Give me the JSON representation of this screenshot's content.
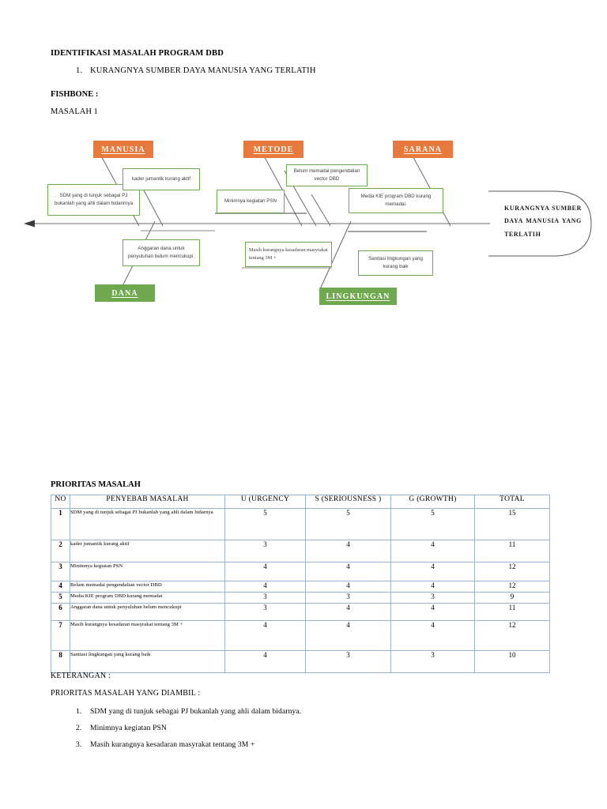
{
  "header": {
    "title": "IDENTIFIKASI MASALAH PROGRAM DBD",
    "item_number": "1.",
    "item_text": "KURANGNYA SUMBER DAYA MANUSIA YANG TERLATIH",
    "fishbone_label": "FISHBONE :",
    "problem_label": "MASALAH 1"
  },
  "fishbone": {
    "colors": {
      "orange": "#E8793C",
      "green": "#6FA84E",
      "box_border": "#6FA84E"
    },
    "categories": [
      {
        "label": "MANUSIA",
        "color": "orange"
      },
      {
        "label": "METODE",
        "color": "orange"
      },
      {
        "label": "SARANA",
        "color": "orange"
      },
      {
        "label": "DANA",
        "color": "green"
      },
      {
        "label": "LINGKUNGAN",
        "color": "green"
      }
    ],
    "causes": [
      {
        "text": "SDM yang di tunjuk sebagai PJ bukanlah yang ahli dalam bidanrnya"
      },
      {
        "text": "kader jumantik kurang aktif"
      },
      {
        "text": "Belum memadai pengendalian vector DBD"
      },
      {
        "text": "Minimnya kegiatan PSN"
      },
      {
        "text": "Media KIE program DBD  kurang memadai."
      },
      {
        "text": "Anggaran dana untuk penyuluhan belum mencukupi."
      },
      {
        "text": "Masih kurangnya kesadaran masyrakat tentang 3M +"
      },
      {
        "text": "Sanitasi lingkungan yang kurang baik"
      }
    ],
    "effect": {
      "line1a": "KURANGNYA",
      "line1b": "SUMBER",
      "line2a": "DAYA",
      "line2b": "MANUSIA",
      "line2c": "YANG",
      "line3": "TERLATIH"
    }
  },
  "table": {
    "title": "PRIORITAS MASALAH",
    "columns": [
      "NO",
      "PENYEBAB MASALAH",
      "U (URGENCY",
      "S (SERIOUSNESS )",
      "G (GROWTH)",
      "TOTAL"
    ],
    "rows": [
      {
        "no": "1",
        "penyebab": "SDM yang di tunjuk sebagai PJ bukanlah yang ahli dalam bidarnya",
        "u": "5",
        "s": "5",
        "g": "5",
        "total": "15"
      },
      {
        "no": "2",
        "penyebab": "kader jumantik kurang aktif",
        "u": "3",
        "s": "4",
        "g": "4",
        "total": "11"
      },
      {
        "no": "3",
        "penyebab": "Minimnya kegiatan PSN",
        "u": "4",
        "s": "4",
        "g": "4",
        "total": "12"
      },
      {
        "no": "4",
        "penyebab": "Belum memadai pengendalian vector DBD",
        "u": "4",
        "s": "4",
        "g": "4",
        "total": "12"
      },
      {
        "no": "5",
        "penyebab": "Media KIE program DBD  kurang memadai",
        "u": "3",
        "s": "3",
        "g": "3",
        "total": "9"
      },
      {
        "no": "6",
        "penyebab": "Anggaran dana untuk penyuluhan belum mencukupi",
        "u": "3",
        "s": "4",
        "g": "4",
        "total": "11"
      },
      {
        "no": "7",
        "penyebab": "Masih kurangnya kesadaran masyrakat tentang 3M +",
        "u": "4",
        "s": "4",
        "g": "4",
        "total": "12"
      },
      {
        "no": "8",
        "penyebab": "Sanitasi lingkungan yang kurang baik",
        "u": "4",
        "s": "3",
        "g": "3",
        "total": "10"
      }
    ]
  },
  "footer": {
    "keterangan": "KETERANGAN :",
    "prioritas": "PRIORITAS MASALAH YANG DIAMBIL :",
    "items": [
      {
        "n": "1.",
        "text": "SDM yang di tunjuk sebagai PJ bukanlah yang ahli dalam bidarnya."
      },
      {
        "n": "2.",
        "text": "Minimnya kegiatan PSN"
      },
      {
        "n": "3.",
        "text": "Masih kurangnya kesadaran masyrakat tentang 3M +"
      }
    ]
  }
}
